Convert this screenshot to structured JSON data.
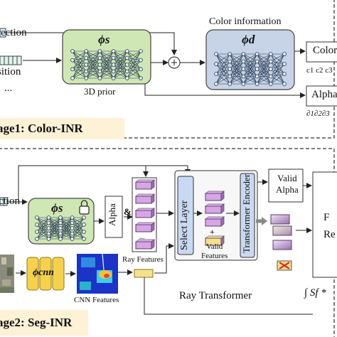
{
  "stage1": {
    "title": "age1: Color-INR",
    "inputs": [
      "rection",
      "sition",
      "..."
    ],
    "phi_s_label": "ϕs",
    "prior_label": "3D prior",
    "color_information": "Color information",
    "phi_d_label": "ϕd",
    "out_color": "Color",
    "out_color_sub": "c1 c2 c3",
    "out_alpha": "Alpha",
    "out_alpha_sub": "∂1∂2∂3"
  },
  "stage2": {
    "title": "age2: Seg-INR",
    "input": "ction",
    "phi_s_label": "ϕs",
    "phi_cnn_label": "ϕcnn",
    "cnn_features": "CNN Features",
    "alpha_box": "Alpha",
    "ray_features": "Ray Features",
    "select_layer": "Select Layer",
    "valid_features": "Valid\nFeatures",
    "transformer_encoder": "Transformer Encoder",
    "valid_alpha": "Valid\nAlpha",
    "ray_transformer": "Ray Transformer",
    "final_box": "F\nRe",
    "integral": "∫ Sf *"
  },
  "colors": {
    "nn_green": "#cfe7b4",
    "nn_blue": "#c7d3e6",
    "title_bg": "#fdf1d6",
    "feature_purple": "#d7a6e6",
    "feature_yellow": "#f6e08a",
    "border_gray": "#6b6b6b"
  }
}
